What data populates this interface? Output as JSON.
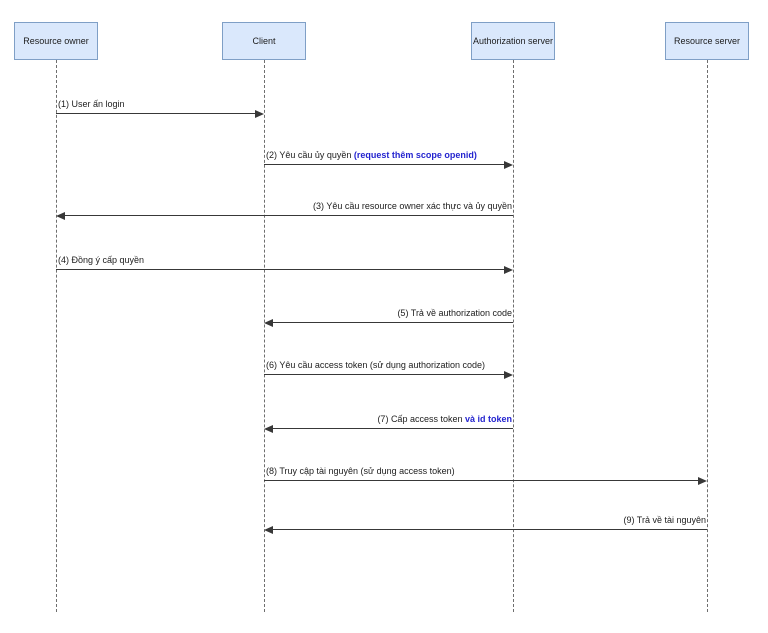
{
  "diagram": {
    "type": "sequence",
    "colors": {
      "actor_fill": "#dae8fc",
      "actor_border": "#7f9fc6",
      "line": "#383838",
      "emphasis_text": "#2424cf"
    },
    "actors": [
      {
        "id": "resource-owner",
        "label": "Resource owner"
      },
      {
        "id": "client",
        "label": "Client"
      },
      {
        "id": "authorization-server",
        "label": "Authorization server"
      },
      {
        "id": "resource-server",
        "label": "Resource server"
      }
    ],
    "messages": [
      {
        "num": 1,
        "from": 0,
        "to": 1,
        "align": "left",
        "parts": [
          {
            "text": "(1) User ấn login",
            "emphasis": false
          }
        ]
      },
      {
        "num": 2,
        "from": 1,
        "to": 2,
        "align": "left",
        "parts": [
          {
            "text": "(2) Yêu cầu ủy quyền ",
            "emphasis": false
          },
          {
            "text": "(request thêm scope openid)",
            "emphasis": true
          }
        ]
      },
      {
        "num": 3,
        "from": 2,
        "to": 0,
        "align": "right",
        "parts": [
          {
            "text": "(3) Yêu cầu resource owner xác thực và ủy quyền",
            "emphasis": false
          }
        ]
      },
      {
        "num": 4,
        "from": 0,
        "to": 2,
        "align": "left",
        "parts": [
          {
            "text": "(4) Đồng ý cấp quyền",
            "emphasis": false
          }
        ]
      },
      {
        "num": 5,
        "from": 2,
        "to": 1,
        "align": "right",
        "parts": [
          {
            "text": "(5) Trả về authorization code",
            "emphasis": false
          }
        ]
      },
      {
        "num": 6,
        "from": 1,
        "to": 2,
        "align": "left",
        "parts": [
          {
            "text": "(6) Yêu cầu access token (sử dụng authorization code)",
            "emphasis": false
          }
        ]
      },
      {
        "num": 7,
        "from": 2,
        "to": 1,
        "align": "right",
        "parts": [
          {
            "text": "(7) Cấp access token ",
            "emphasis": false
          },
          {
            "text": "và id token",
            "emphasis": true
          }
        ]
      },
      {
        "num": 8,
        "from": 1,
        "to": 3,
        "align": "left",
        "parts": [
          {
            "text": "(8) Truy cập tài nguyên (sử dụng access token)",
            "emphasis": false
          }
        ]
      },
      {
        "num": 9,
        "from": 3,
        "to": 1,
        "align": "right",
        "parts": [
          {
            "text": "(9) Trả về tài nguyên",
            "emphasis": false
          }
        ]
      }
    ]
  }
}
